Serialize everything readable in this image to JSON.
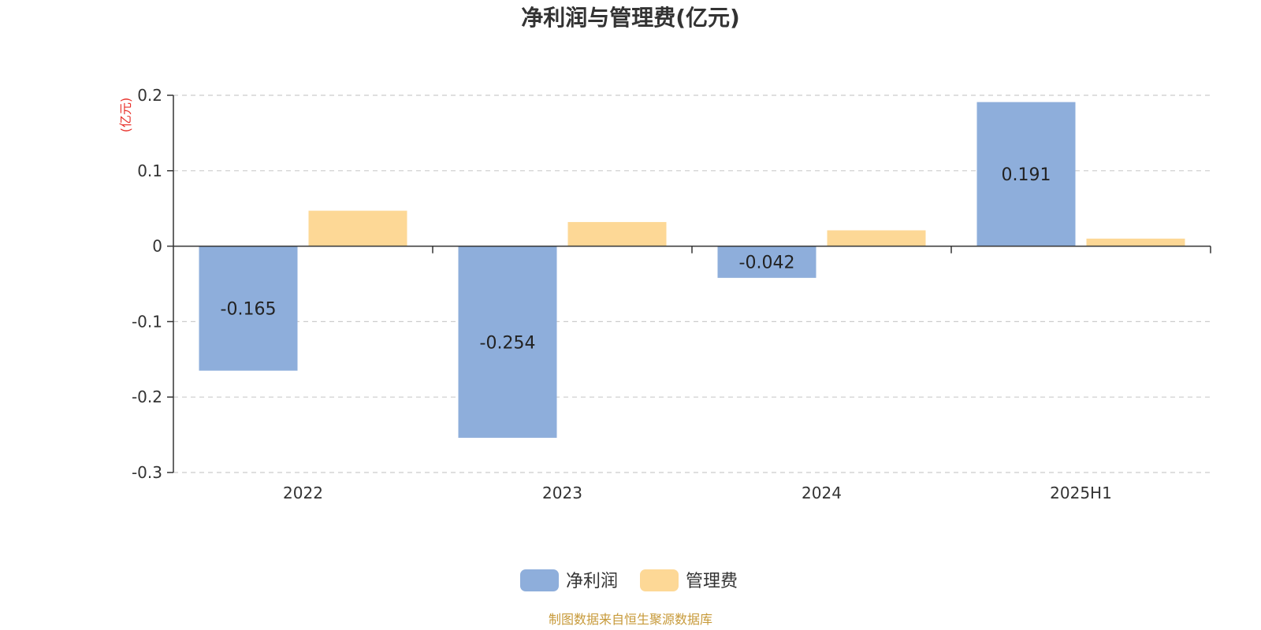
{
  "chart_data": {
    "type": "bar",
    "title": "净利润与管理费(亿元)",
    "ylabel": "(亿元)",
    "categories": [
      "2022",
      "2023",
      "2024",
      "2025H1"
    ],
    "series": [
      {
        "name": "净利润",
        "values": [
          -0.165,
          -0.254,
          -0.042,
          0.191
        ],
        "color": "#8eaedb",
        "show_labels": true,
        "labels": [
          "-0.165",
          "-0.254",
          "-0.042",
          "0.191"
        ]
      },
      {
        "name": "管理费",
        "values": [
          0.047,
          0.032,
          0.021,
          0.01
        ],
        "color": "#fdd896",
        "show_labels": false
      }
    ],
    "ylim": [
      -0.3,
      0.2
    ],
    "yticks": [
      0.2,
      0.1,
      0,
      -0.1,
      -0.2,
      -0.3
    ],
    "ytick_labels": [
      "0.2",
      "0.1",
      "0",
      "-0.1",
      "-0.2",
      "-0.3"
    ],
    "grid": true,
    "legend_position": "bottom-center"
  },
  "footer": {
    "source": "制图数据来自恒生聚源数据库"
  }
}
